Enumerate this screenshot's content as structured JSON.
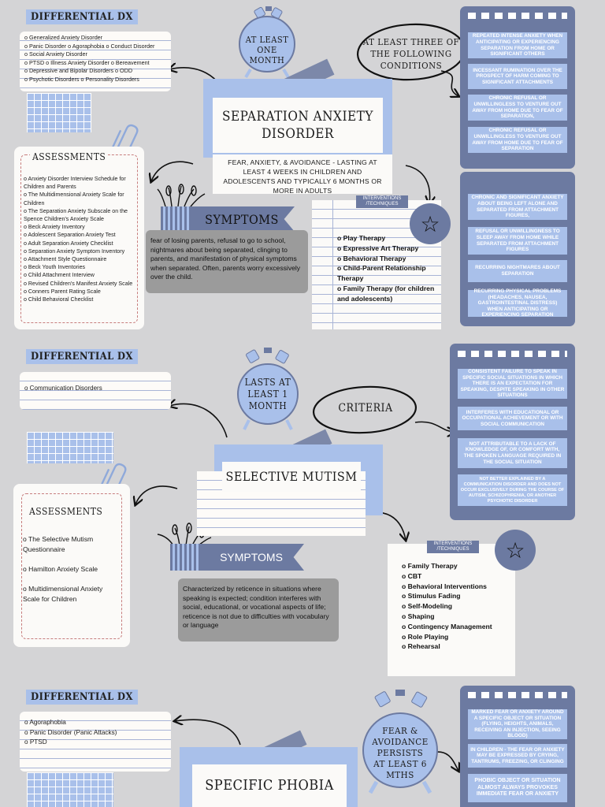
{
  "s1": {
    "dx_title": "DIFFERENTIAL DX",
    "dx_items": [
      "o Generalized Anxiety Disorder",
      "o Panic Disorder o Agoraphobia o Conduct Disorder",
      "o Social Anxiety Disorder",
      "o PTSD o Illness Anxiety Disorder o Bereavement",
      "o Depressive and Bipolar Disorders o ODD",
      "o Psychotic Disorders o Personality Disorders"
    ],
    "clock": "AT LEAST ONE MONTH",
    "bubble": "AT LEAST THREE OF THE FOLLOWING CONDITIONS",
    "title": "SEPARATION ANXIETY DISORDER",
    "summary": "FEAR, ANXIETY, & AVOIDANCE - LASTING AT LEAST 4 WEEKS IN CHILDREN AND ADOLESCENTS AND TYPICALLY 6 MONTHS OR MORE IN ADULTS",
    "assess_title": "ASSESSMENTS",
    "assess_items": [
      "o Anxiety Disorder Interview Schedule for Children and Parents",
      "o The Multidimensional Anxiety Scale for Children",
      "o The Separation Anxiety Subscale on the Spence Children's Anxiety Scale",
      "o Beck Anxiety Inventory",
      "o Adolescent Separation Anxiety Test",
      "o Adult Separation Anxiety Checklist",
      "o Separation Anxiety Symptom Inventory",
      "o Attachment Style Questionnaire",
      "o Beck Youth Inventories",
      "o Child Attachment Interview",
      "o Revised Children's Manifest Anxiety Scale",
      "o Conners Parent Rating Scale",
      "o Child Behavioral Checklist"
    ],
    "symptoms_title": "SYMPTOMS",
    "symptoms": "fear of losing parents, refusal to go to school, nightmares about being separated, clinging to parents, and manifestation of physical symptoms when separated. Often, parents worry excessively over the child.",
    "interv_title": "INTERVENTIONS /TECHNIQUES",
    "interv_items": [
      "o Play Therapy",
      "o Expressive Art Therapy",
      "o Behavioral Therapy",
      "o Child-Parent Relationship Therapy",
      "o Family Therapy (for children and adolescents)"
    ],
    "criteria_a": [
      "REPEATED INTENSE ANXIETY WHEN ANTICIPATING OR EXPERIENCING SEPARATION FROM HOME OR SIGNIFICANT OTHERS",
      "INCESSANT RUMINATION OVER THE PROSPECT OF HARM COMING TO SIGNIFICANT ATTACHMENTS",
      "CHRONIC REFUSAL OR UNWILLINGLESS TO VENTURE OUT AWAY FROM HOME DUE TO FEAR OF SEPARATION,",
      "CHRONIC REFUSAL OR UNWILLINGLESS TO VENTURE OUT AWAY FROM HOME DUE TO FEAR OF SEPARATION"
    ],
    "criteria_b": [
      "CHRONIC AND SIGNIFICANT ANXIETY ABOUT BEING LEFT ALONE AND SEPARATED FROM ATTACHMENT FIGURES,",
      "REFUSAL OR UNWILLINGNESS TO SLEEP AWAY FROM HOME WHILE SEPARATED FROM ATTACHMENT FIGURES",
      "RECURRING NIGHTMARES ABOUT SEPARATION",
      "RECURRING PHYSICAL PROBLEMS (HEADACHES, NAUSEA, GASTROINTESTINAL DISTRESS) WHEN ANTICIPATING OR EXPERIENCING SEPARATION"
    ]
  },
  "s2": {
    "dx_title": "DIFFERENTIAL DX",
    "dx_items": [
      "o Communication Disorders"
    ],
    "clock": "LASTS AT LEAST 1 MONTH",
    "bubble": "CRITERIA",
    "title": "SELECTIVE MUTISM",
    "assess_title": "ASSESSMENTS",
    "assess_items": [
      "o The Selective Mutism Questionnaire",
      "o Hamilton Anxiety Scale",
      "o Multidimensional Anxiety Scale for Children"
    ],
    "symptoms_title": "SYMPTOMS",
    "symptoms": "Characterized by reticence in situations where speaking is expected; condition interferes with social, educational, or vocational aspects of life; reticence is not due to difficulties with vocabulary or language",
    "interv_title": "INTERVENTIONS /TECHNIQUES",
    "interv_items": [
      "o Family Therapy",
      "o CBT",
      "o Behavioral Interventions",
      "o Stimulus Fading",
      "o Self-Modeling",
      "o Shaping",
      "o Contingency Management",
      "o Role Playing",
      "o Rehearsal"
    ],
    "criteria": [
      "CONSISTENT FAILURE TO SPEAK IN SPECIFIC SOCIAL SITUATIONS IN WHICH THERE IS AN EXPECTATION FOR SPEAKING, DESPITE SPEAKING IN OTHER SITUATIONS",
      "INTERFERES WITH EDUCATIONAL OR OCCUPATIONAL ACHIEVEMENT OR WITH SOCIAL COMMUNICATION",
      "NOT ATTRIBUTABLE TO A LACK OF KNOWLEDGE OF, OR COMFORT WITH, THE SPOKEN LANGUAGE REQUIRED IN THE SOCIAL SITUATION",
      "NOT BETTER EXPLAINED BY A COMMUNICATION DISORDER AND DOES NOT OCCUR EXCLUSIVELY DURING THE COURSE OF AUTISM, SCHIZOPHRENIA, OR ANOTHER PSYCHOTIC DISORDER"
    ]
  },
  "s3": {
    "dx_title": "DIFFERENTIAL DX",
    "dx_items": [
      "o Agoraphobia",
      "o Panic Disorder (Panic Attacks)",
      "o PTSD"
    ],
    "clock": "FEAR & AVOIDANCE PERSISTS AT LEAST 6 MTHS",
    "title": "SPECIFIC PHOBIA",
    "criteria": [
      "MARKED FEAR OR ANXIETY AROUND A SPECIFIC OBJECT OR SITUATION (FLYING, HEIGHTS, ANIMALS, RECEIVING AN INJECTION, SEEING BLOOD)",
      "IN CHILDREN - THE FEAR OR ANXIETY MAY BE EXPRESSED BY CRYING, TANTRUMS, FREEZING, OR CLINGING",
      "PHOBIC OBJECT OR SITUATION ALMOST ALWAYS PROVOKES IMMEDIATE FEAR OR ANXIETY"
    ]
  },
  "colors": {
    "navy": "#6c7aa1",
    "light_blue": "#a9c0ea",
    "paper": "#fbfaf8",
    "gray": "#9b9b9b"
  }
}
